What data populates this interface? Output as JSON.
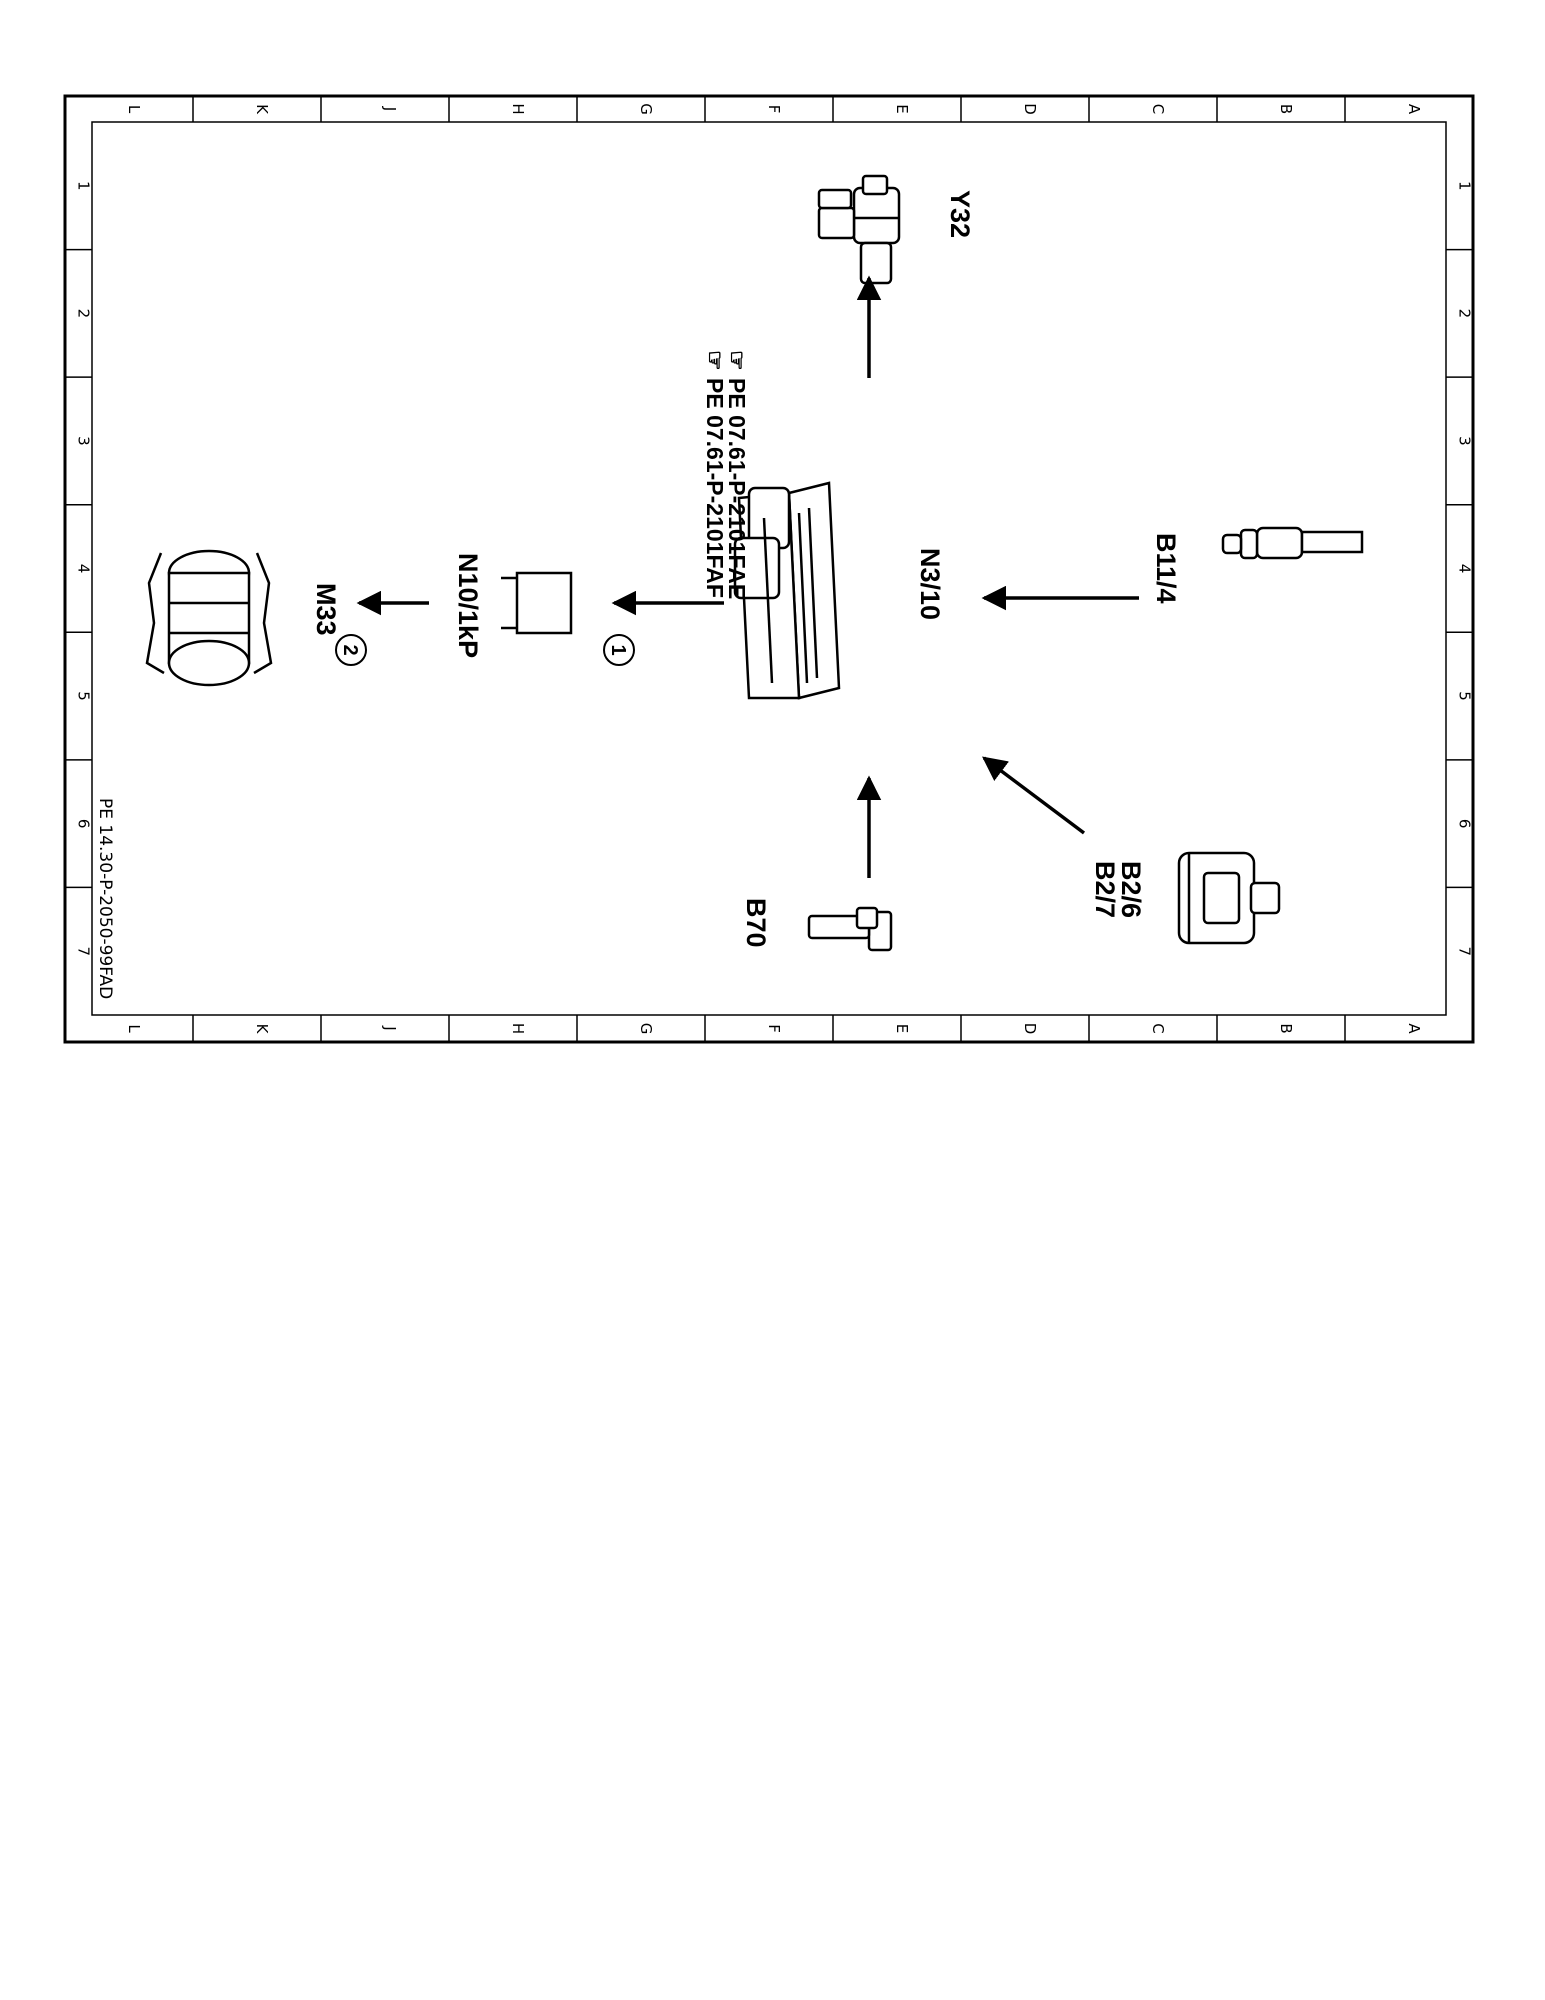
{
  "grid": {
    "letters": [
      "A",
      "B",
      "C",
      "D",
      "E",
      "F",
      "G",
      "H",
      "J",
      "K",
      "L"
    ],
    "numbers": [
      "1",
      "2",
      "3",
      "4",
      "5",
      "6",
      "7"
    ]
  },
  "components": {
    "y32": "Y32",
    "n3_10": "N3/10",
    "b11_4": "B11/4",
    "b2_6": "B2/6",
    "b2_7": "B2/7",
    "b70": "B70",
    "n10_1kp": "N10/1kP",
    "m33": "M33"
  },
  "references": {
    "ref1": "PE 07.61-P-2101FAE",
    "ref2": "PE 07.61-P-2101FAF"
  },
  "callouts": {
    "c1": "1",
    "c2": "2"
  },
  "doc_id": "PE 14.30-P-2050-99FAD"
}
